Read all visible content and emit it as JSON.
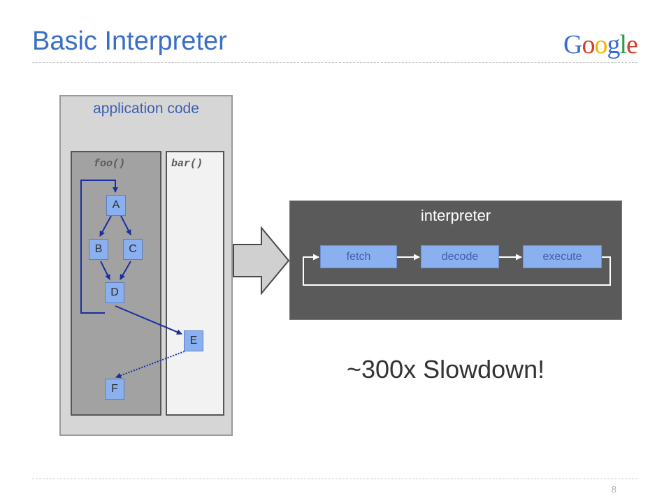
{
  "slide": {
    "title": "Basic Interpreter",
    "logo_letters": [
      {
        "ch": "G",
        "color": "#3b6bd6"
      },
      {
        "ch": "o",
        "color": "#d93a2b"
      },
      {
        "ch": "o",
        "color": "#f0b400"
      },
      {
        "ch": "g",
        "color": "#3b6bd6"
      },
      {
        "ch": "l",
        "color": "#2e9d45"
      },
      {
        "ch": "e",
        "color": "#d93a2b"
      }
    ],
    "page_number": "8"
  },
  "app": {
    "label": "application code",
    "foo_label": "foo()",
    "bar_label": "bar()",
    "nodes": {
      "a": "A",
      "b": "B",
      "c": "C",
      "d": "D",
      "e": "E",
      "f": "F"
    }
  },
  "interpreter": {
    "label": "interpreter",
    "stages": [
      "fetch",
      "decode",
      "execute"
    ]
  },
  "note": "~300x Slowdown!",
  "colors": {
    "title": "#3a6fc4",
    "node_fill": "#8ab0f0",
    "edge": "#1a2fa0",
    "interpreter_bg": "#5a5a5a",
    "big_arrow_fill": "#d0d0d0"
  }
}
